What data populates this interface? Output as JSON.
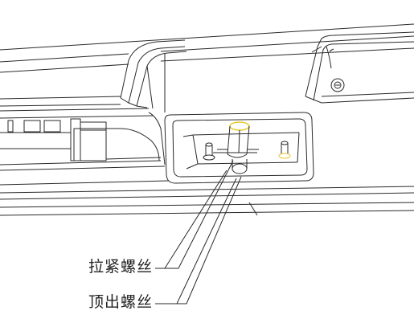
{
  "callouts": [
    {
      "id": "pull",
      "text": "拉紧螺丝"
    },
    {
      "id": "push",
      "text": "顶出螺丝"
    }
  ],
  "colors": {
    "line": "#2a2a2a",
    "hatch": "#7a7a7a",
    "screw_highlight": "#e8c930",
    "background": "#ffffff"
  }
}
